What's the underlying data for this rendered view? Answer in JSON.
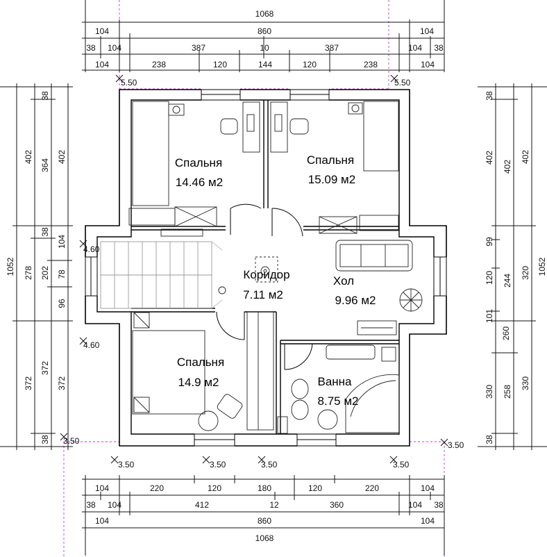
{
  "rooms": [
    {
      "name": "Спальня",
      "area": "14.46 м2"
    },
    {
      "name": "Спальня",
      "area": "15.09 м2"
    },
    {
      "name": "Коридор",
      "area": "7.11 м2"
    },
    {
      "name": "Хол",
      "area": "9.96 м2"
    },
    {
      "name": "Спальня",
      "area": "14.9 м2"
    },
    {
      "name": "Ванна",
      "area": "8.75 м2"
    }
  ],
  "levels": [
    "5.50",
    "5.50",
    "4.60",
    "4.60",
    "3.50",
    "3.50",
    "3.50",
    "3.50",
    "3.50",
    "3.50"
  ],
  "dims_top": {
    "r1": [
      "1068"
    ],
    "r2": [
      "104",
      "860",
      "104"
    ],
    "r3": [
      "38",
      "104",
      "387",
      "10",
      "387",
      "104",
      "38"
    ],
    "r4": [
      "104",
      "238",
      "120",
      "144",
      "120",
      "238",
      "104"
    ]
  },
  "dims_bottom": {
    "r1": [
      "104",
      "220",
      "120",
      "180",
      "120",
      "220",
      "104"
    ],
    "r2": [
      "38",
      "104",
      "412",
      "12",
      "360",
      "104",
      "38"
    ],
    "r3": [
      "104",
      "860",
      "104"
    ],
    "r4": [
      "1068"
    ]
  },
  "dims_left": {
    "total": "1052",
    "c2": [
      "402",
      "278",
      "372"
    ],
    "c3": [
      "38",
      "364",
      "38",
      "202",
      "372",
      "38"
    ],
    "c4": [
      "402",
      "104",
      "78",
      "96",
      "372"
    ]
  },
  "dims_right": {
    "total": "1052",
    "c1": [
      "38",
      "402",
      "99",
      "120",
      "101",
      "260",
      "330",
      "38"
    ],
    "c2": [
      "402",
      "244",
      "258"
    ],
    "c3": [
      "402",
      "320",
      "330"
    ]
  }
}
